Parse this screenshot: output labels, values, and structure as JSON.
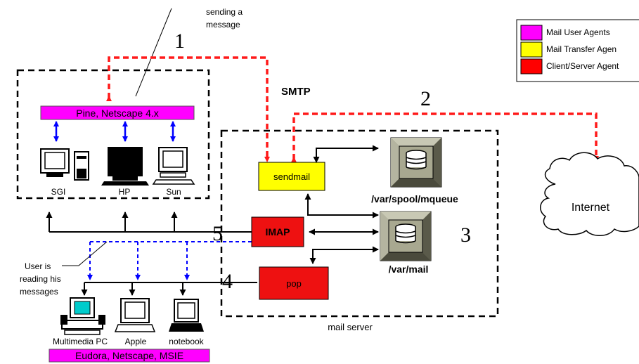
{
  "annotations": {
    "sending": [
      "sending a",
      "message"
    ],
    "reading": [
      "User is",
      "reading his",
      "messages"
    ],
    "smtp": "SMTP",
    "mail_server": "mail server"
  },
  "steps": [
    "1",
    "2",
    "3",
    "4",
    "5"
  ],
  "clients_top": {
    "bar": "Pine, Netscape 4.x",
    "machines": [
      "SGI",
      "HP",
      "Sun"
    ]
  },
  "clients_bottom": {
    "bar": "Eudora, Netscape, MSIE",
    "machines": [
      "Multimedia PC",
      "Apple",
      "notebook"
    ]
  },
  "agents": {
    "sendmail": "sendmail",
    "imap": "IMAP",
    "pop": "pop"
  },
  "storage": {
    "queue": "/var/spool/mqueue",
    "mail": "/var/mail"
  },
  "internet": "Internet",
  "legend": [
    {
      "label": "Mail User Agents",
      "color": "#ff00ff"
    },
    {
      "label": "Mail Transfer Agen",
      "color": "#ffff00"
    },
    {
      "label": "Client/Server Agent",
      "color": "#ff0000"
    }
  ],
  "colors": {
    "mua": "#ff00ff",
    "mta": "#ffff00",
    "csa": "#ff0000",
    "red_path": "#ff1a1a",
    "blue_path": "#0000ff"
  }
}
